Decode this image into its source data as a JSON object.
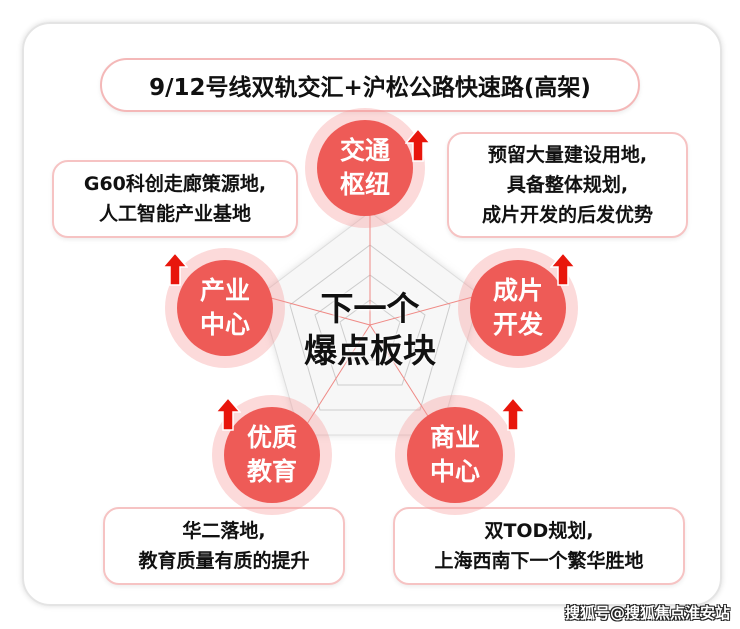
{
  "title": "9/12号线双轨交汇+沪松公路快速路(高架)",
  "center": {
    "line1": "下一个",
    "line2": "爆点板块"
  },
  "nodes": [
    {
      "l1": "交通",
      "l2": "枢纽"
    },
    {
      "l1": "产业",
      "l2": "中心"
    },
    {
      "l1": "成片",
      "l2": "开发"
    },
    {
      "l1": "优质",
      "l2": "教育"
    },
    {
      "l1": "商业",
      "l2": "中心"
    }
  ],
  "boxes": {
    "industry": [
      "G60科创走廊策源地,",
      "人工智能产业基地"
    ],
    "development": [
      "预留大量建设用地,",
      "具备整体规划,",
      "成片开发的后发优势"
    ],
    "education": [
      "华二落地,",
      "教育质量有质的提升"
    ],
    "commerce": [
      "双TOD规划,",
      "上海西南下一个繁华胜地"
    ]
  },
  "watermark": "搜狐号@搜狐焦点淮安站",
  "colors": {
    "accent": "#ee5b57",
    "arrow": "#e8160c"
  }
}
